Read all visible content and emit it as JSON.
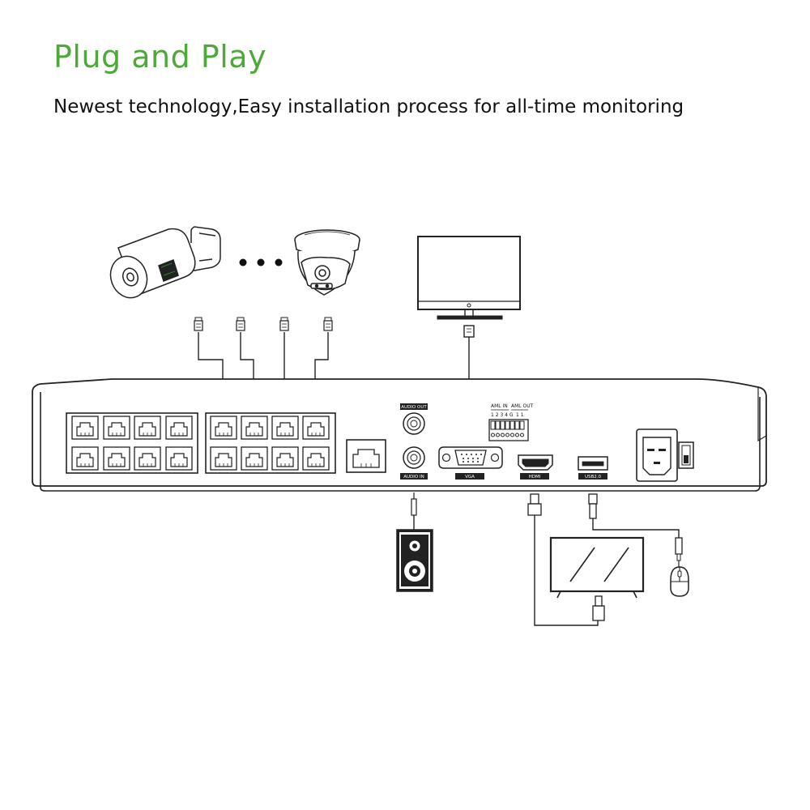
{
  "header": {
    "title": "Plug and Play",
    "subtitle": "Newest technology,Easy installation process for all-time monitoring"
  },
  "ports": {
    "audio_out": "AUDIO OUT",
    "audio_in": "AUDIO IN",
    "vga": "VGA",
    "hdmi": "HDMI",
    "usb": "USB2.0",
    "alarm_in": "AML IN",
    "alarm_out": "AML OUT",
    "alarm_in_pins": "1 2 3 4 G",
    "alarm_out_pins": "1 1"
  },
  "colors": {
    "title": "#4fa83a",
    "line": "#222222",
    "accent_green": "#2e7d32"
  },
  "icons": [
    "bullet-camera-icon",
    "dome-camera-icon",
    "monitor-icon",
    "speaker-icon",
    "tv-icon",
    "mouse-icon",
    "rj45-port-icon",
    "power-socket-icon",
    "power-switch-icon"
  ]
}
